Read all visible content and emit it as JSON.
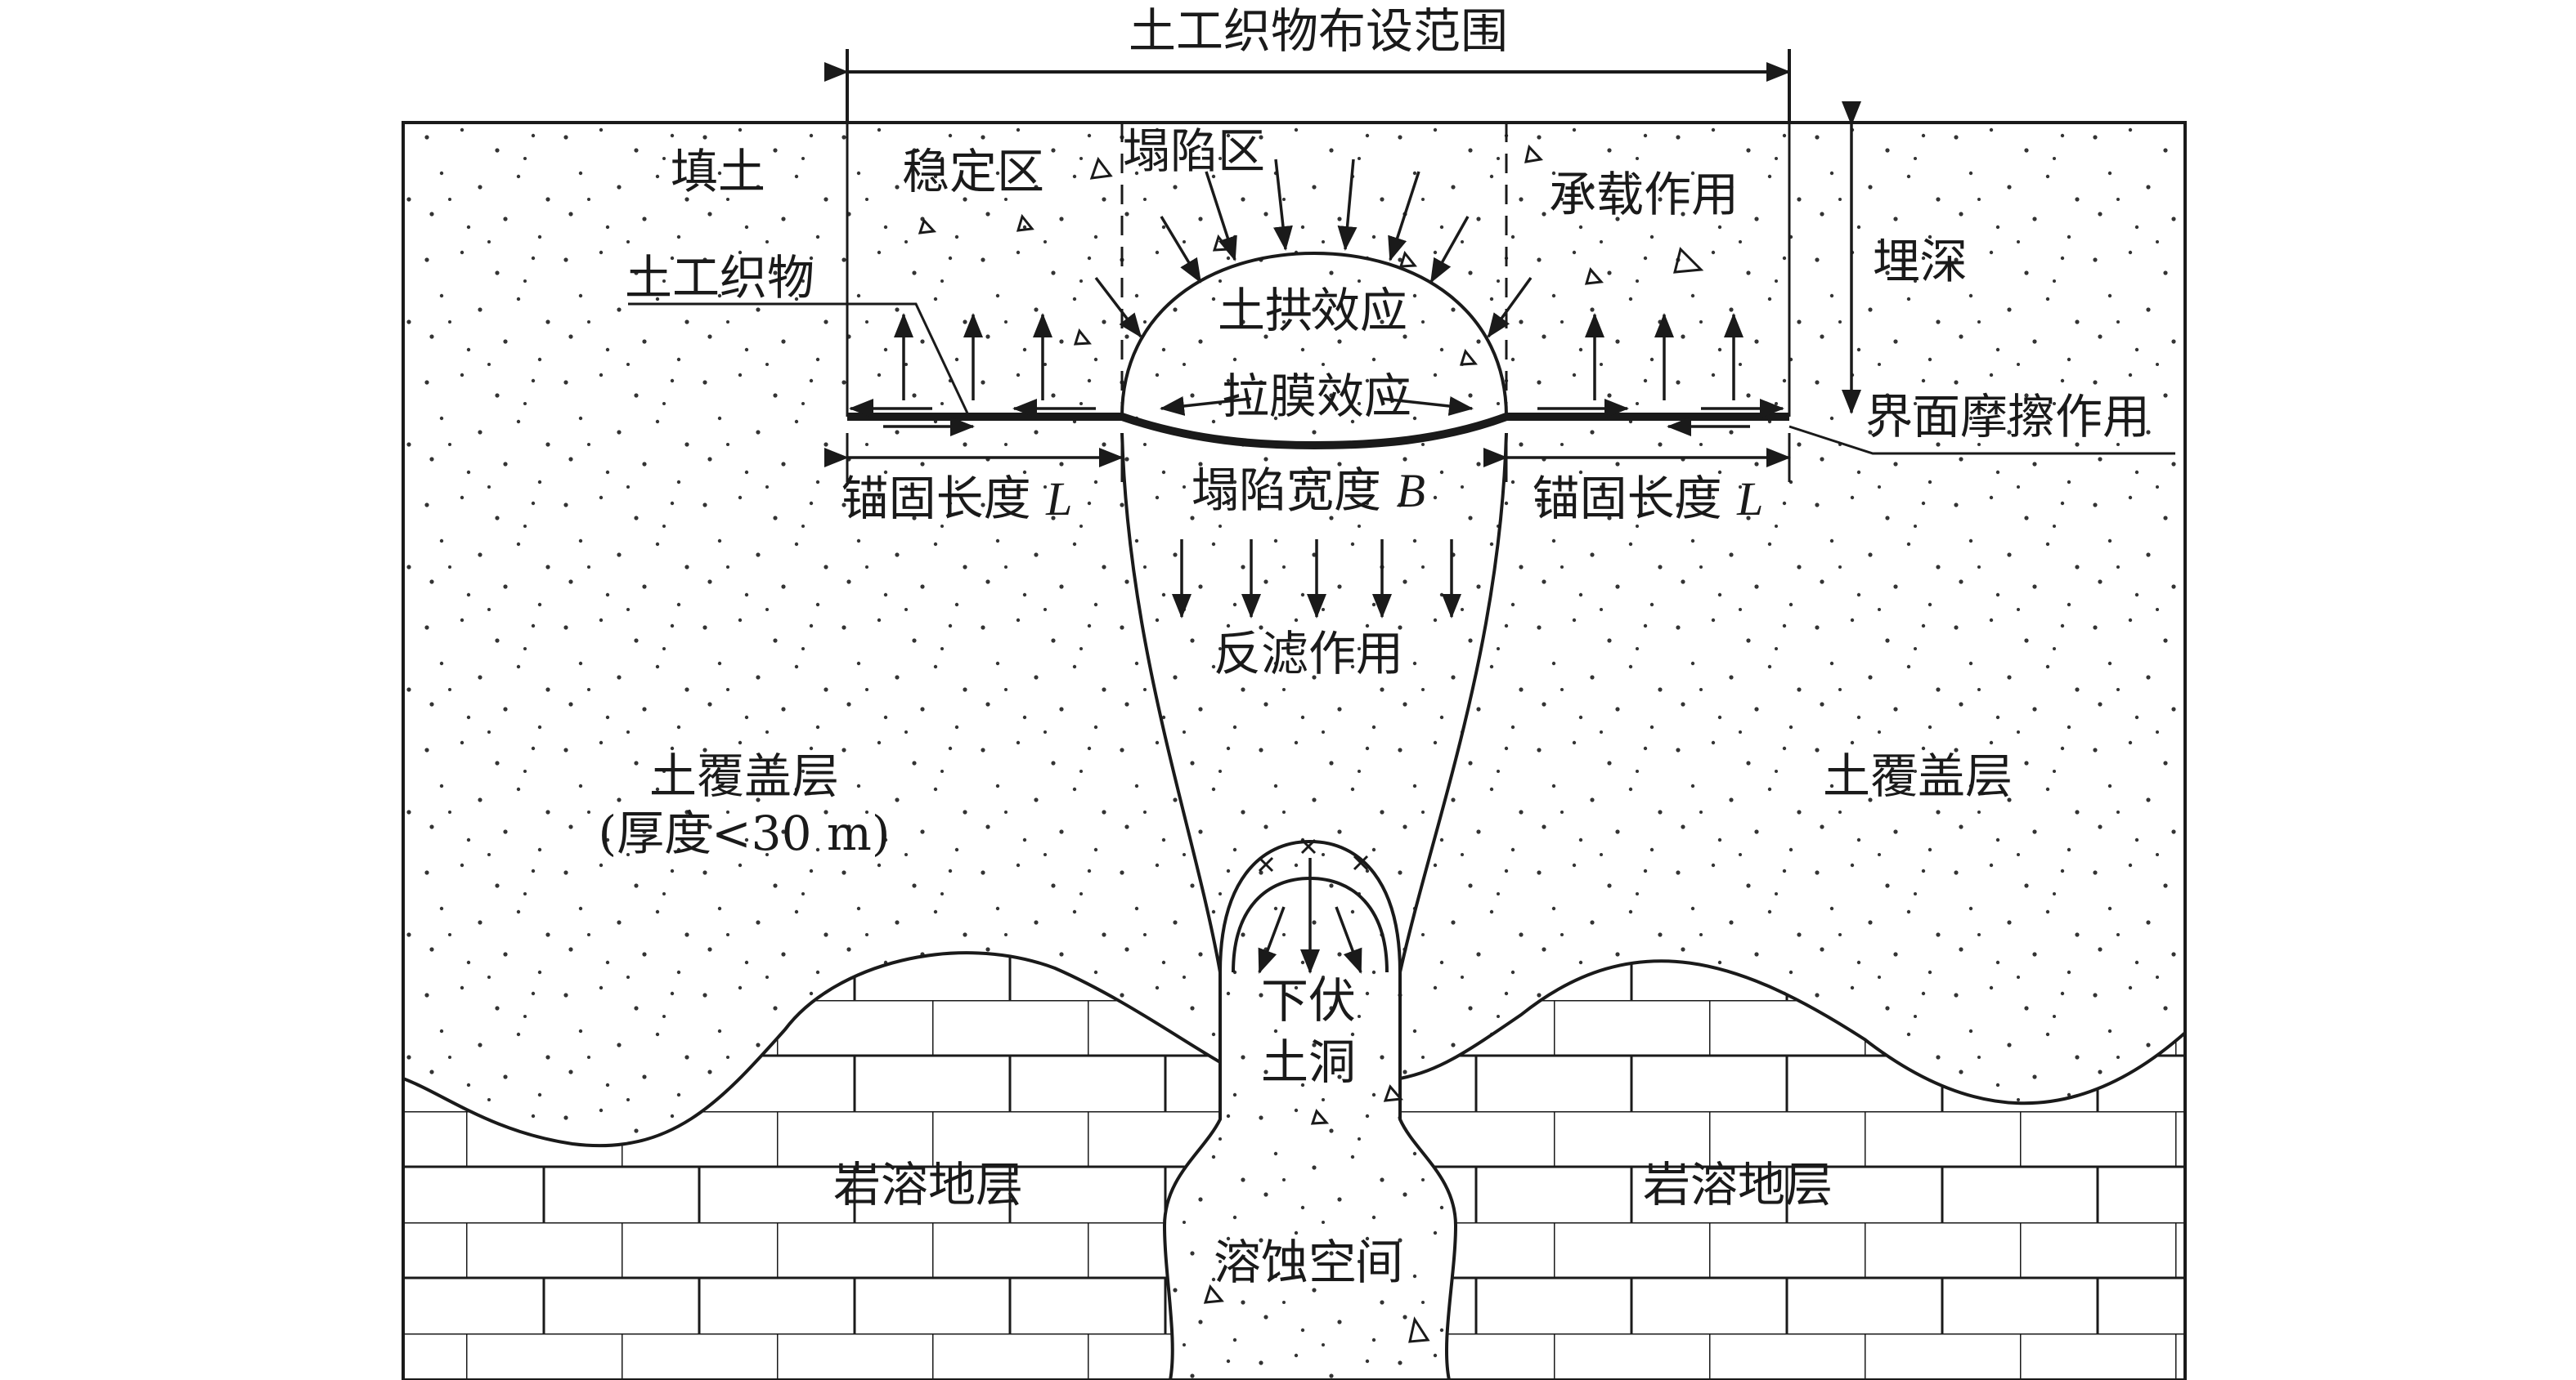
{
  "colors": {
    "line": "#1a1a1a",
    "background": "#ffffff",
    "dots": "#333333"
  },
  "labels": {
    "geotextile_range": "土工织物布设范围",
    "fill_soil": "填土",
    "stable_zone": "稳定区",
    "collapse_zone": "塌陷区",
    "bearing_effect": "承载作用",
    "burial_depth": "埋深",
    "geotextile": "土工织物",
    "soil_arch_effect": "土拱效应",
    "membrane_effect": "拉膜效应",
    "interface_friction": "界面摩擦作用",
    "anchorage_length_left": "锚固长度",
    "anchorage_symbol_left": "L",
    "collapse_width": "塌陷宽度",
    "collapse_width_symbol": "B",
    "anchorage_length_right": "锚固长度",
    "anchorage_symbol_right": "L",
    "filter_effect": "反滤作用",
    "soil_cover_left_line1": "土覆盖层",
    "soil_cover_left_line2": "(厚度<30 m)",
    "soil_cover_right": "土覆盖层",
    "underlying_cave_line1": "下伏",
    "underlying_cave_line2": "土洞",
    "karst_left": "岩溶地层",
    "karst_right": "岩溶地层",
    "dissolution_space": "溶蚀空间"
  }
}
